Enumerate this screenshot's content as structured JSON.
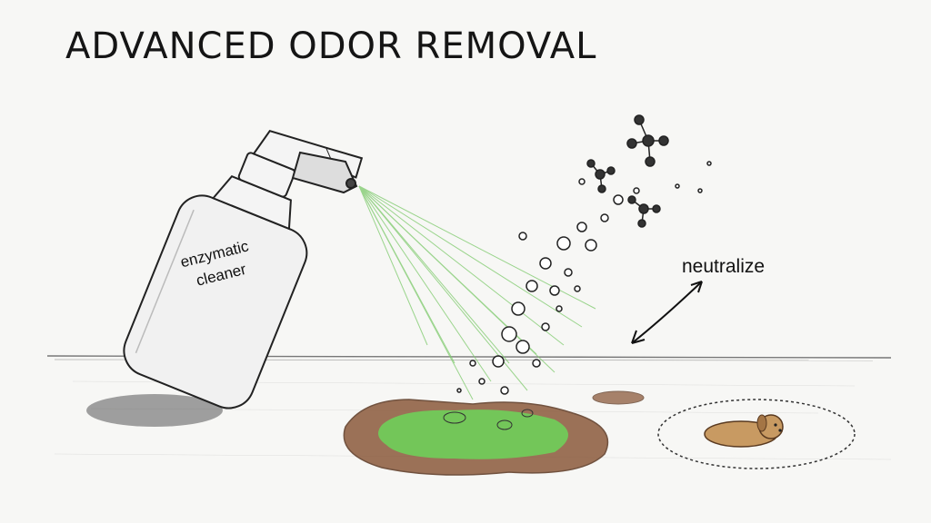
{
  "title": "ADVANCED ODOR REMOVAL",
  "bottle": {
    "label_line1": "enzymatic",
    "label_line2": "cleaner"
  },
  "annotation": {
    "neutralize": "neutralize"
  },
  "colors": {
    "spray": "#7cc96a",
    "stain_brown": "#8b5a3c",
    "stain_green": "#6fcf5a",
    "pet": "#c89a62",
    "ink": "#222222"
  },
  "icons": [
    "spray-bottle-icon",
    "molecule-icon",
    "pet-icon",
    "double-arrow-icon"
  ]
}
